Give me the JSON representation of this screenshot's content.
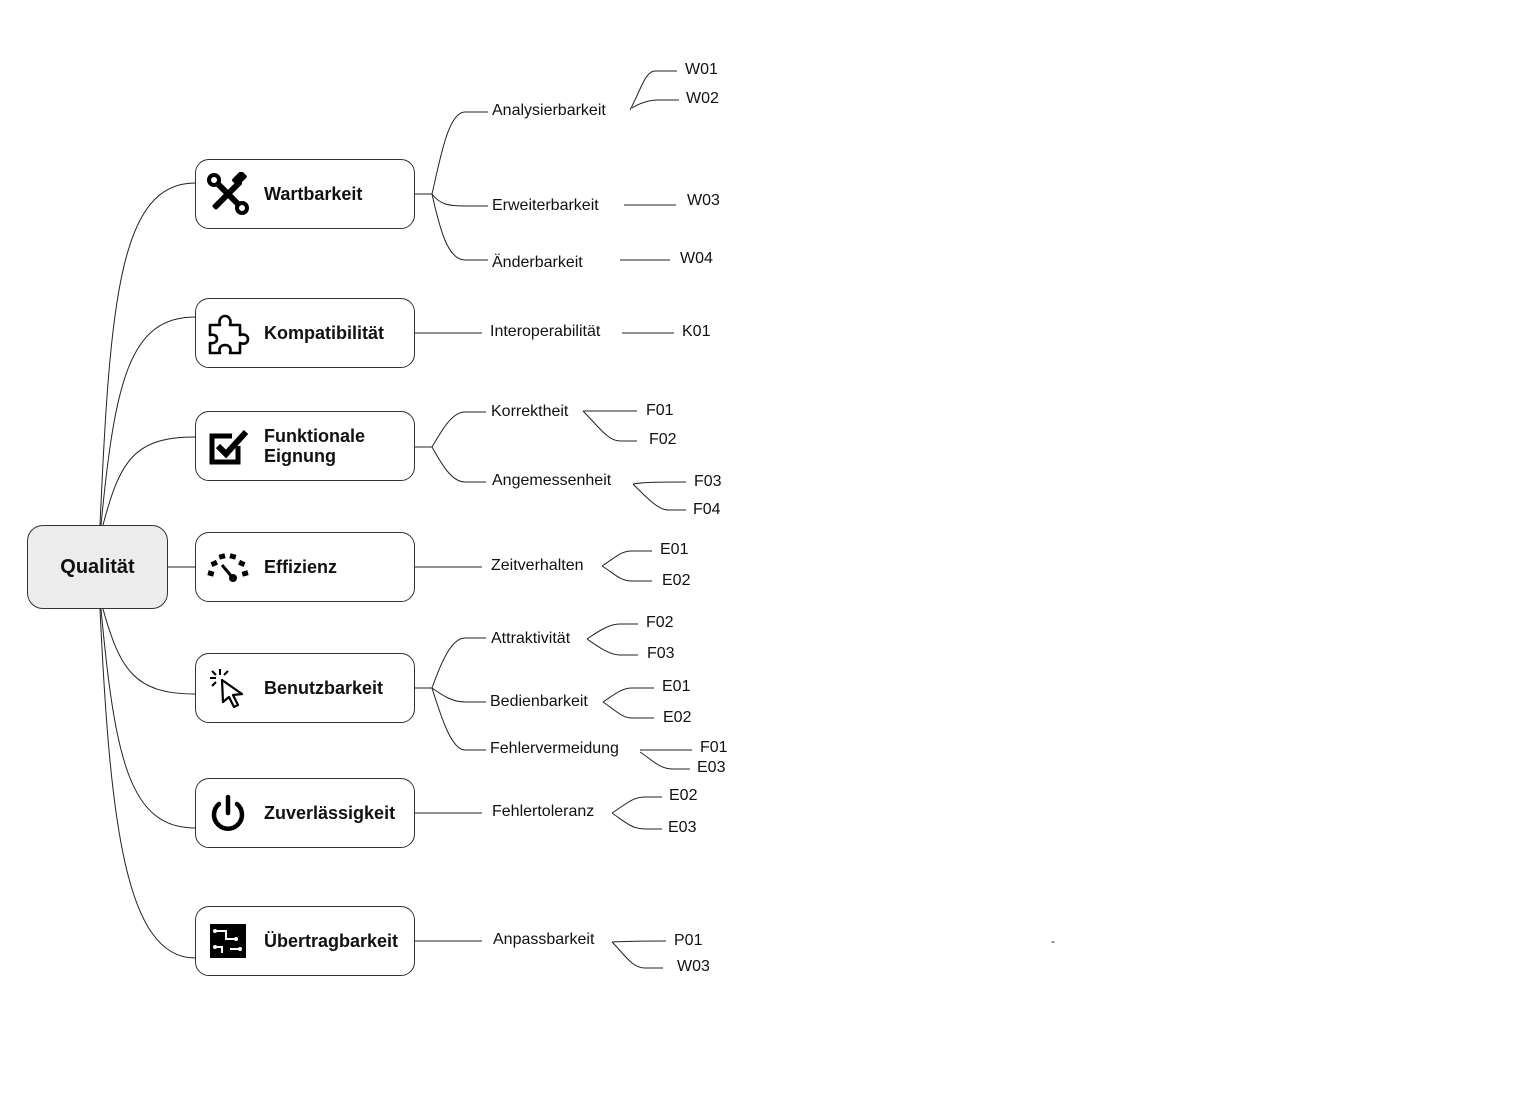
{
  "root": {
    "label": "Qualität"
  },
  "categories": [
    {
      "label": "Wartbarkeit",
      "icon": "tools-icon",
      "subs": [
        {
          "label": "Analysierbarkeit",
          "leaves": [
            "W01",
            "W02"
          ]
        },
        {
          "label": "Erweiterbarkeit",
          "leaves": [
            "W03"
          ]
        },
        {
          "label": "Änderbarkeit",
          "leaves": [
            "W04"
          ]
        }
      ]
    },
    {
      "label": "Kompatibilität",
      "icon": "puzzle-icon",
      "subs": [
        {
          "label": "Interoperabilität",
          "leaves": [
            "K01"
          ]
        }
      ]
    },
    {
      "label": "Funktionale\nEignung",
      "icon": "checkbox-icon",
      "subs": [
        {
          "label": "Korrektheit",
          "leaves": [
            "F01",
            "F02"
          ]
        },
        {
          "label": "Angemessenheit",
          "leaves": [
            "F03",
            "F04"
          ]
        }
      ]
    },
    {
      "label": "Effizienz",
      "icon": "speedometer-icon",
      "subs": [
        {
          "label": "Zeitverhalten",
          "leaves": [
            "E01",
            "E02"
          ]
        }
      ]
    },
    {
      "label": "Benutzbarkeit",
      "icon": "cursor-click-icon",
      "subs": [
        {
          "label": "Attraktivität",
          "leaves": [
            "F02",
            "F03"
          ]
        },
        {
          "label": "Bedienbarkeit",
          "leaves": [
            "E01",
            "E02"
          ]
        },
        {
          "label": "Fehlervermeidung",
          "leaves": [
            "F01",
            "E03"
          ]
        }
      ]
    },
    {
      "label": "Zuverlässigkeit",
      "icon": "power-icon",
      "subs": [
        {
          "label": "Fehlertoleranz",
          "leaves": [
            "E02",
            "E03"
          ]
        }
      ]
    },
    {
      "label": "Übertragbarkeit",
      "icon": "circuit-board-icon",
      "subs": [
        {
          "label": "Anpassbarkeit",
          "leaves": [
            "P01",
            "W03"
          ]
        }
      ]
    }
  ],
  "stray_mark": "-"
}
